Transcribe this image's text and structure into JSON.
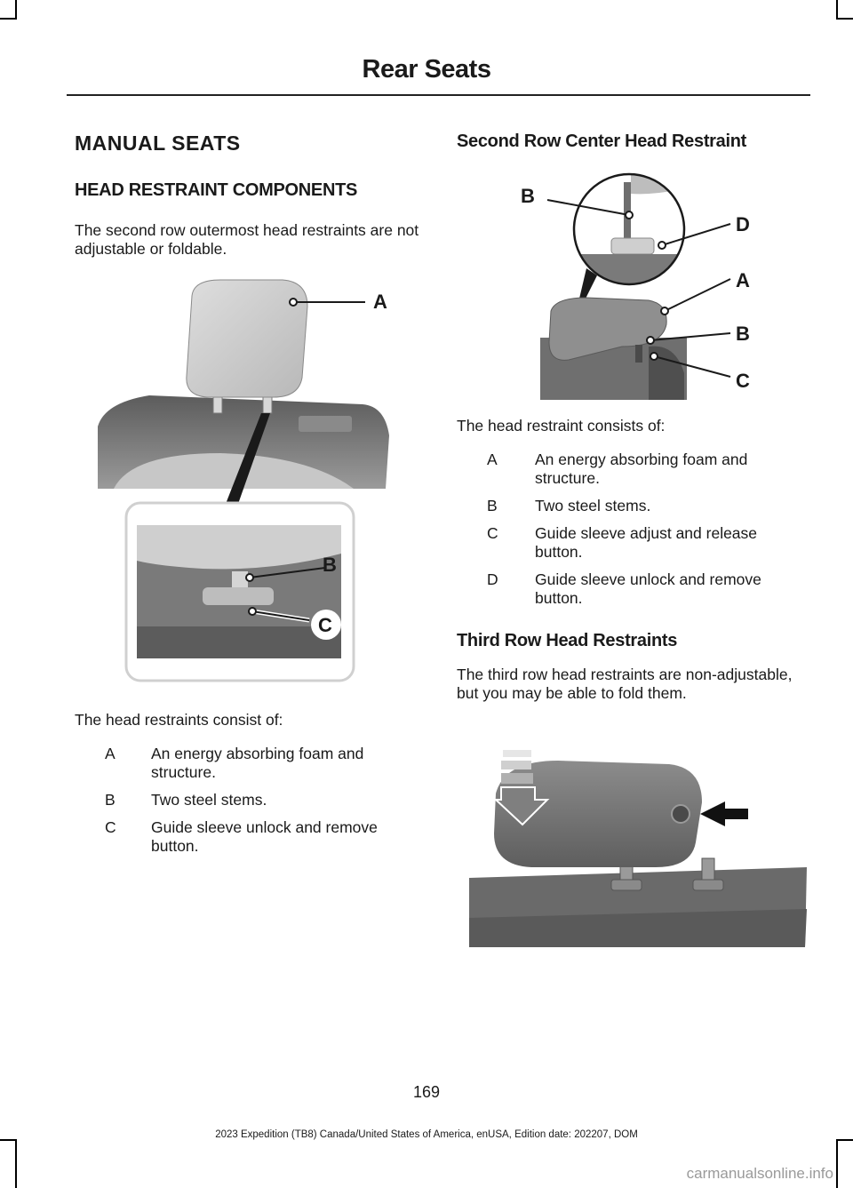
{
  "header": {
    "title": "Rear Seats"
  },
  "left": {
    "section_title": "MANUAL SEATS",
    "subsection_title": "HEAD RESTRAINT COMPONENTS",
    "intro": "The second row outermost head restraints are not adjustable or foldable.",
    "figure_labels": [
      "A",
      "B",
      "C"
    ],
    "list_intro": "The head restraints consist of:",
    "items": [
      {
        "key": "A",
        "text": "An energy absorbing foam and structure."
      },
      {
        "key": "B",
        "text": "Two steel stems."
      },
      {
        "key": "C",
        "text": "Guide sleeve unlock and remove button."
      }
    ]
  },
  "right": {
    "center_title": "Second Row Center Head Restraint",
    "figure_labels": [
      "B",
      "D",
      "A",
      "B",
      "C"
    ],
    "list_intro": "The head restraint consists of:",
    "items": [
      {
        "key": "A",
        "text": "An energy absorbing foam and structure."
      },
      {
        "key": "B",
        "text": "Two steel stems."
      },
      {
        "key": "C",
        "text": "Guide sleeve adjust and release button."
      },
      {
        "key": "D",
        "text": "Guide sleeve unlock and remove button."
      }
    ],
    "third_title": "Third Row Head Restraints",
    "third_text": "The third row head restraints are non-adjustable, but you may be able to fold them."
  },
  "footer": {
    "page_number": "169",
    "edition": "2023 Expedition (TB8) Canada/United States of America, enUSA, Edition date: 202207, DOM"
  },
  "watermark": "carmanualsonline.info"
}
